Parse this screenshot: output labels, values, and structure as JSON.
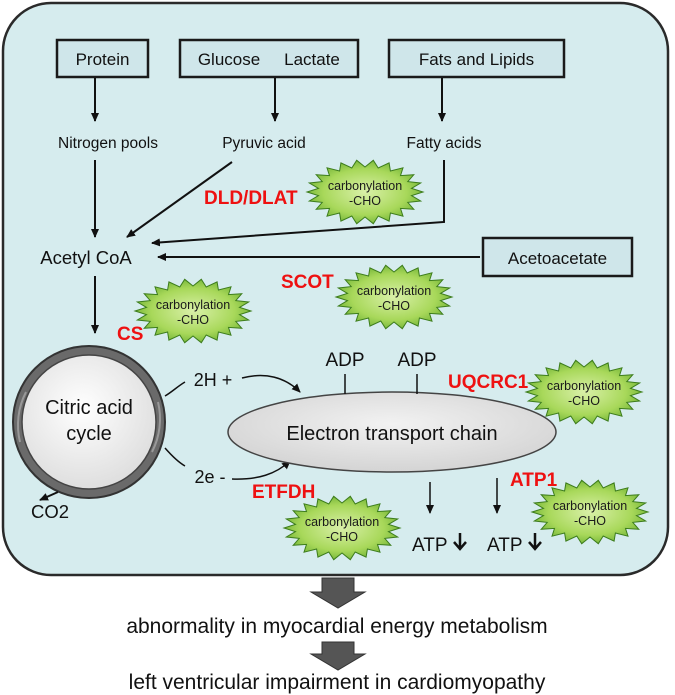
{
  "sources": {
    "protein": "Protein",
    "glucose": "Glucose",
    "lactate": "Lactate",
    "fats": "Fats and Lipids"
  },
  "intermediates": {
    "nitrogen": "Nitrogen pools",
    "pyruvic": "Pyruvic acid",
    "fatty": "Fatty acids",
    "acetyl": "Acetyl CoA",
    "acetoacetate": "Acetoacetate"
  },
  "cycle": {
    "line1": "Citric acid",
    "line2": "cycle",
    "h_plus": "2H +",
    "electrons": "2e -",
    "co2": "CO2"
  },
  "etc": {
    "label": "Electron transport chain",
    "adp": "ADP",
    "atp": "ATP"
  },
  "enzymes": {
    "dld": "DLD/DLAT",
    "scot": "SCOT",
    "cs": "CS",
    "uqcrc1": "UQCRC1",
    "etfdh": "ETFDH",
    "atp1": "ATP1"
  },
  "modification": {
    "line1": "carbonylation",
    "line2": "-CHO"
  },
  "outcomes": {
    "first": "abnormality in myocardial energy metabolism",
    "second": "left ventricular impairment in cardiomyopathy"
  },
  "colors": {
    "panel": "#d6ecee",
    "enzyme": "#ee1111",
    "burst": "#9ad24a"
  }
}
